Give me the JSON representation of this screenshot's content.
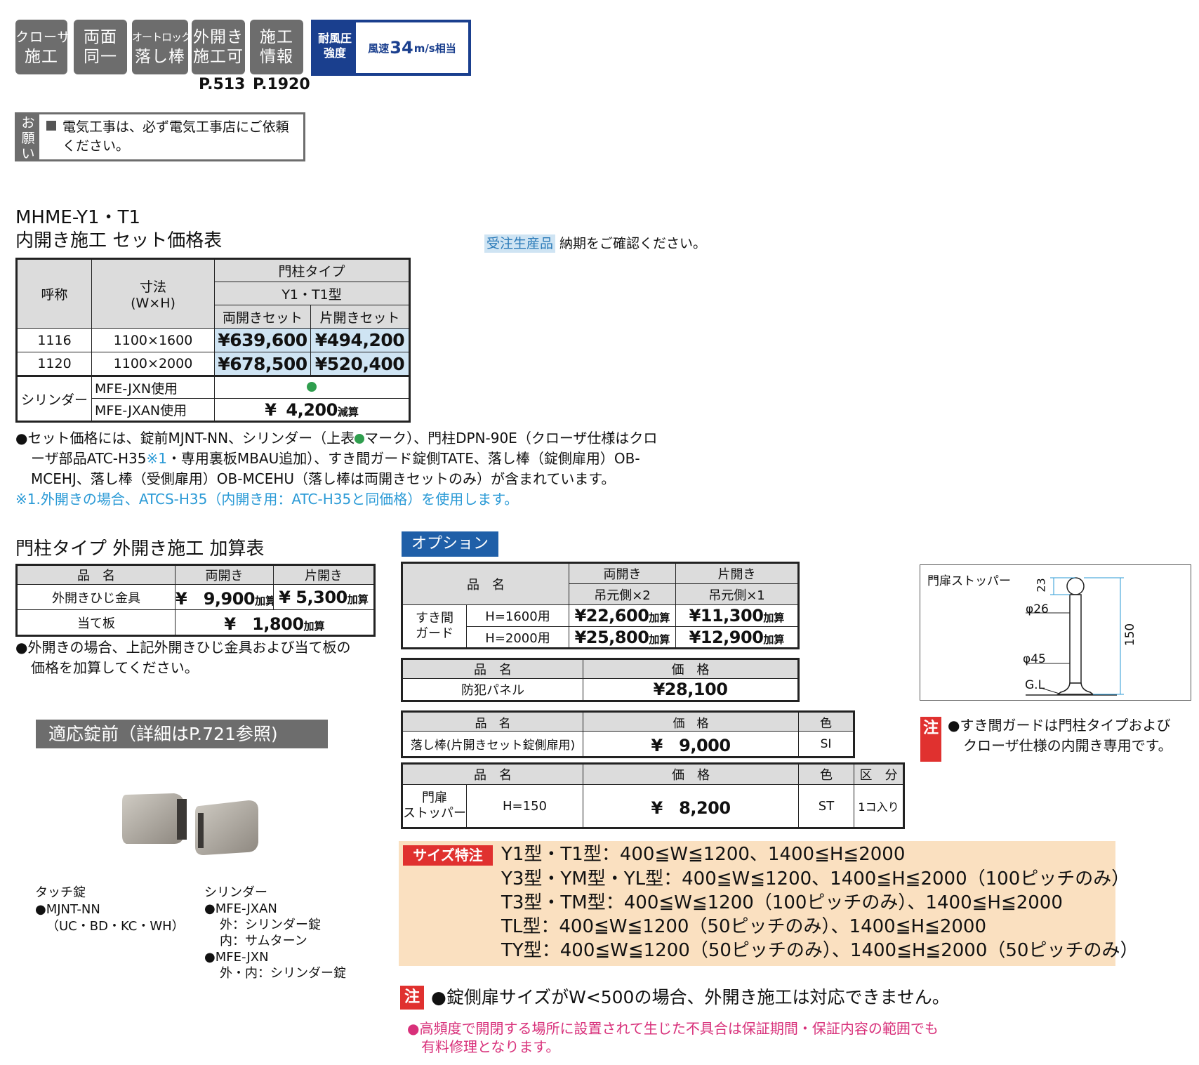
{
  "badges": [
    {
      "l1": "クローザ",
      "l2": "施工"
    },
    {
      "l1": "両面",
      "l2": "同一"
    },
    {
      "l1": "オートロック",
      "l2": "落し棒"
    },
    {
      "l1": "外開き",
      "l2": "施工可"
    },
    {
      "l1": "施工",
      "l2": "情報"
    }
  ],
  "wind": {
    "label1": "耐風圧",
    "label2": "強度",
    "pre": "風速",
    "value": "34",
    "unit": "m/s相当"
  },
  "page_refs": [
    "P.513",
    "P.1920"
  ],
  "onegai": {
    "label": [
      "お",
      "願",
      "い"
    ],
    "text1": "電気工事は、必ず電気工事店にご依頼",
    "text2": "ください。"
  },
  "set": {
    "title1": "MHME-Y1・T1",
    "title2": "内開き施工 セット価格表",
    "made_to_order_tag": "受注生産品",
    "made_to_order_text": "納期をご確認ください。",
    "h_name": "呼称",
    "h_size1": "寸法",
    "h_size2": "(W×H)",
    "h_post": "門柱タイプ",
    "h_type": "Y1・T1型",
    "h_double": "両開きセット",
    "h_single": "片開きセット",
    "rows": [
      {
        "name": "1116",
        "size": "1100×1600",
        "double": "¥639,600",
        "single": "¥494,200"
      },
      {
        "name": "1120",
        "size": "1100×2000",
        "double": "¥678,500",
        "single": "¥520,400"
      }
    ],
    "cyl_label": "シリンダー",
    "cyl1": "MFE-JXN使用",
    "cyl2": "MFE-JXAN使用",
    "cyl2_yen": "¥",
    "cyl2_price": "4,200",
    "cyl2_suffix": "減算",
    "note1a": "●セット価格には、錠前MJNT-NN、シリンダー（上表",
    "note1b": "マーク）、門柱DPN-90E（クローザ仕様はクロ",
    "note2a": "ーザ部品ATC-H35",
    "note2b": "※1",
    "note2c": "・専用裏板MBAU追加）、すき間ガード錠側TATE、落し棒（錠側扉用）OB-",
    "note3": "MCEHJ、落し棒（受側扉用）OB-MCEHU（落し棒は両開きセットのみ）が含まれています。",
    "note4": "※1.外開きの場合、ATCS-H35（内開き用：ATC-H35と同価格）を使用します。"
  },
  "outward": {
    "title": "門柱タイプ 外開き施工 加算表",
    "h_name": "品　名",
    "h_double": "両開き",
    "h_single": "片開き",
    "rows": [
      {
        "name": "外開きひじ金具",
        "double": "¥　9,900",
        "single": "¥ 5,300",
        "suffix": "加算"
      },
      {
        "name": "当て板",
        "both": "¥　1,800",
        "suffix": "加算"
      }
    ],
    "note1": "●外開きの場合、上記外開きひじ金具および当て板の",
    "note2": "価格を加算してください。"
  },
  "locks": {
    "title": "適応錠前（詳細はP.721参照)",
    "touch_label": "タッチ錠",
    "touch_model": "●MJNT-NN",
    "touch_colors": "（UC・BD・KC・WH）",
    "cyl_label": "シリンダー",
    "cyl_a": "●MFE-JXAN",
    "cyl_a1": "外：シリンダー錠",
    "cyl_a2": "内：サムターン",
    "cyl_b": "●MFE-JXN",
    "cyl_b1": "外・内：シリンダー錠"
  },
  "option": {
    "tag": "オプション",
    "t1": {
      "h_name": "品　名",
      "h_double": "両開き",
      "h_single": "片開き",
      "h_double2": "吊元側×2",
      "h_single2": "吊元側×1",
      "label": "すき間ガード",
      "rows": [
        {
          "h": "H=1600用",
          "double": "¥22,600",
          "single": "¥11,300"
        },
        {
          "h": "H=2000用",
          "double": "¥25,800",
          "single": "¥12,900"
        }
      ],
      "suffix": "加算"
    },
    "t2": {
      "h_name": "品　名",
      "h_price": "価　格",
      "name": "防犯パネル",
      "price": "¥28,100"
    },
    "t3": {
      "h_name": "品　名",
      "h_price": "価　格",
      "h_color": "色",
      "name": "落し棒(片開きセット錠側扉用)",
      "price": "¥　9,000",
      "color": "SI"
    },
    "t4": {
      "h_name": "品　名",
      "h_price": "価　格",
      "h_color": "色",
      "h_kubun": "区　分",
      "name1": "門扉",
      "name2": "ストッパー",
      "h": "H=150",
      "price": "¥　8,200",
      "color": "ST",
      "kubun": "1コ入り"
    }
  },
  "stopper": {
    "title": "門扉ストッパー",
    "d23": "23",
    "d26": "φ26",
    "d45": "φ45",
    "d150": "150",
    "gl": "G.L"
  },
  "note_chu": {
    "tag": "注",
    "l1": "●すき間ガードは門柱タイプおよび",
    "l2": "クローザ仕様の内開き専用です。"
  },
  "size": {
    "tag": "サイズ特注",
    "lines": [
      "Y1型・T1型：400≦W≦1200、1400≦H≦2000",
      "Y3型・YM型・YL型：400≦W≦1200、1400≦H≦2000（100ピッチのみ）",
      "T3型・TM型：400≦W≦1200（100ピッチのみ）、1400≦H≦2000",
      "TL型：400≦W≦1200（50ピッチのみ）、1400≦H≦2000",
      "TY型：400≦W≦1200（50ピッチのみ）、1400≦H≦2000（50ピッチのみ）"
    ]
  },
  "bottom": {
    "tag": "注",
    "note": "●錠側扉サイズがW<500の場合、外開き施工は対応できません。",
    "warn1": "●高頻度で開閉する場所に設置されて生じた不具合は保証期間・保証内容の範囲でも",
    "warn2": "有料修理となります。"
  },
  "colors": {
    "blue_cell": "#cfe4f3",
    "wind_blue": "#1a3f8e",
    "orange_box": "#fae0c0",
    "red_tag": "#e0312f",
    "option_blue": "#1f5fa8",
    "green_dot": "#2f9e4e",
    "cyan_text": "#2a9ad6",
    "magenta_text": "#d8307a"
  }
}
